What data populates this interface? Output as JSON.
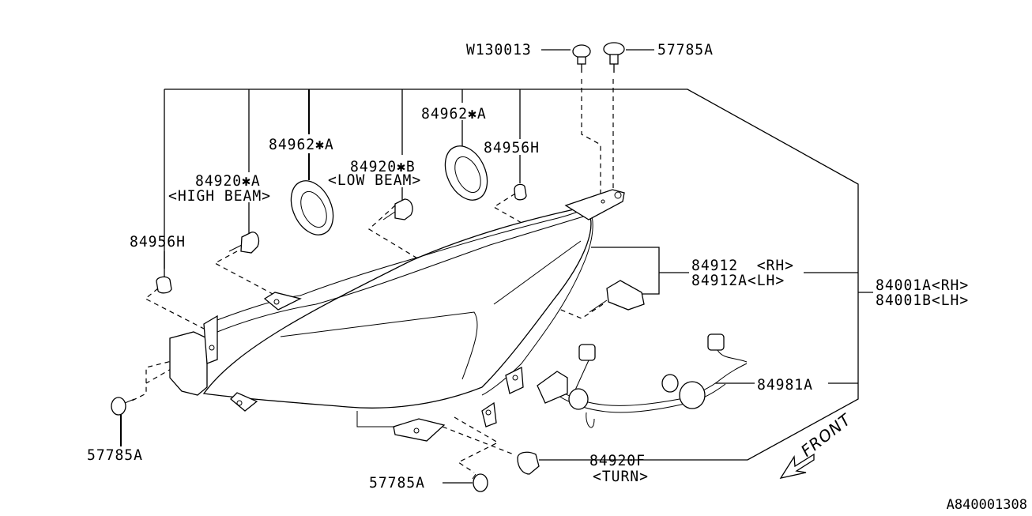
{
  "diagram": {
    "title": "Headlamp assembly exploded parts diagram",
    "reference_code": "A840001308",
    "direction_indicator": "FRONT",
    "parts": [
      {
        "id": "w130013",
        "number": "W130013",
        "description": "",
        "item": "clip"
      },
      {
        "id": "57785a-top",
        "number": "57785A",
        "description": "",
        "item": "bolt"
      },
      {
        "id": "84962a-left",
        "number": "84962✱A",
        "description": "",
        "item": "lamp cap / seal"
      },
      {
        "id": "84962a-right",
        "number": "84962✱A",
        "description": "",
        "item": "lamp cap / seal"
      },
      {
        "id": "84920a",
        "number": "84920✱A",
        "description": "<HIGH BEAM>",
        "item": "bulb"
      },
      {
        "id": "84920b",
        "number": "84920✱B",
        "description": "<LOW BEAM>",
        "item": "bulb"
      },
      {
        "id": "84956h-right",
        "number": "84956H",
        "description": "",
        "item": "bushing"
      },
      {
        "id": "84956h-left",
        "number": "84956H",
        "description": "",
        "item": "bushing"
      },
      {
        "id": "84912",
        "number": "84912  <RH>",
        "description": "84912A<LH>",
        "item": "leveling actuator"
      },
      {
        "id": "84001",
        "number": "84001A<RH>",
        "description": "84001B<LH>",
        "item": "headlamp assembly"
      },
      {
        "id": "84981a",
        "number": "84981A",
        "description": "",
        "item": "harness"
      },
      {
        "id": "57785a-left",
        "number": "57785A",
        "description": "",
        "item": "bolt"
      },
      {
        "id": "57785a-bottom",
        "number": "57785A",
        "description": "",
        "item": "bolt"
      },
      {
        "id": "84920f",
        "number": "84920F",
        "description": "<TURN>",
        "item": "turn bulb"
      }
    ]
  }
}
